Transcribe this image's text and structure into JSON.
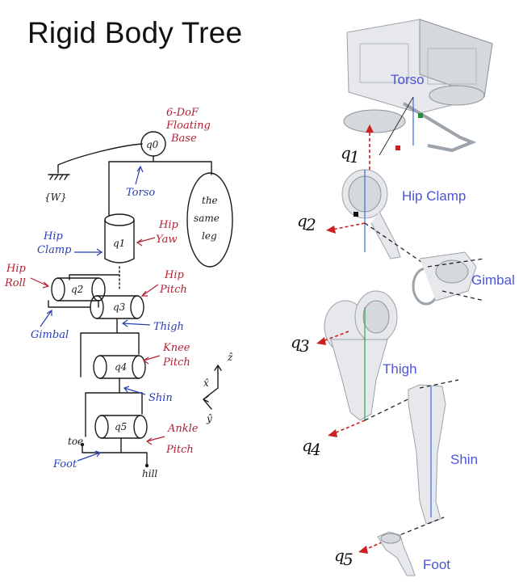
{
  "title": "Rigid Body Tree",
  "sketch": {
    "floating_base": {
      "label_line1": "6-DoF",
      "label_line2": "Floating",
      "label_line3": "Base",
      "joint": "q0"
    },
    "world": "{W}",
    "torso": "Torso",
    "same_leg": {
      "line1": "the",
      "line2": "same",
      "line3": "leg"
    },
    "hip_yaw": {
      "line1": "Hip",
      "line2": "Yaw",
      "joint": "q1"
    },
    "hip_clamp": {
      "line1": "Hip",
      "line2": "Clamp"
    },
    "hip_roll": {
      "line1": "Hip",
      "line2": "Roll",
      "joint": "q2"
    },
    "hip_pitch": {
      "line1": "Hip",
      "line2": "Pitch",
      "joint": "q3"
    },
    "gimbal": "Gimbal",
    "thigh": "Thigh",
    "knee_pitch": {
      "line1": "Knee",
      "line2": "Pitch",
      "joint": "q4"
    },
    "shin": "Shin",
    "ankle_pitch": {
      "line1": "Ankle",
      "line2": "Pitch",
      "joint": "q5"
    },
    "foot": "Foot",
    "toe": "toe",
    "heel": "hill",
    "axes": {
      "x": "x̂",
      "z": "ẑ",
      "y": "ŷ"
    }
  },
  "render": {
    "torso": "Torso",
    "hip_clamp": "Hip Clamp",
    "gimbal": "Gimbal",
    "thigh": "Thigh",
    "shin": "Shin",
    "foot": "Foot",
    "joints": [
      {
        "base": "q",
        "sub": "1"
      },
      {
        "base": "q",
        "sub": "2"
      },
      {
        "base": "q",
        "sub": "3"
      },
      {
        "base": "q",
        "sub": "4"
      },
      {
        "base": "q",
        "sub": "5"
      }
    ]
  },
  "colors": {
    "sketch_red": "#b22234",
    "sketch_blue": "#2a3fb0",
    "label_blue": "#4a55d8",
    "axis_red": "#cc1f1f"
  }
}
